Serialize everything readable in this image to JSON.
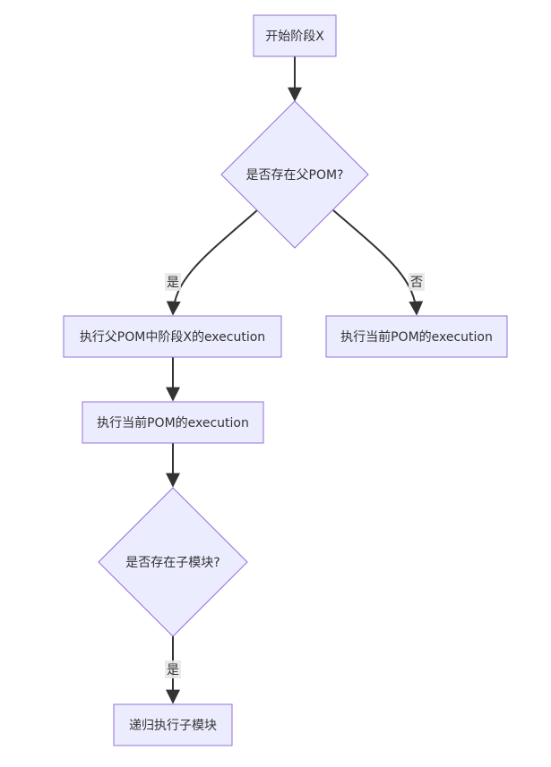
{
  "nodes": {
    "start": "开始阶段X",
    "has_parent": "是否存在父POM?",
    "exec_parent": "执行父POM中阶段X的execution",
    "exec_current_no": "执行当前POM的execution",
    "exec_current": "执行当前POM的execution",
    "has_child": "是否存在子模块?",
    "recurse": "递归执行子模块"
  },
  "edges": {
    "yes_parent": "是",
    "no_parent": "否",
    "yes_child": "是"
  },
  "colors": {
    "node_fill": "#ececff",
    "node_stroke": "#9370db",
    "edge": "#333333",
    "label_bg": "#e8e8e8"
  }
}
